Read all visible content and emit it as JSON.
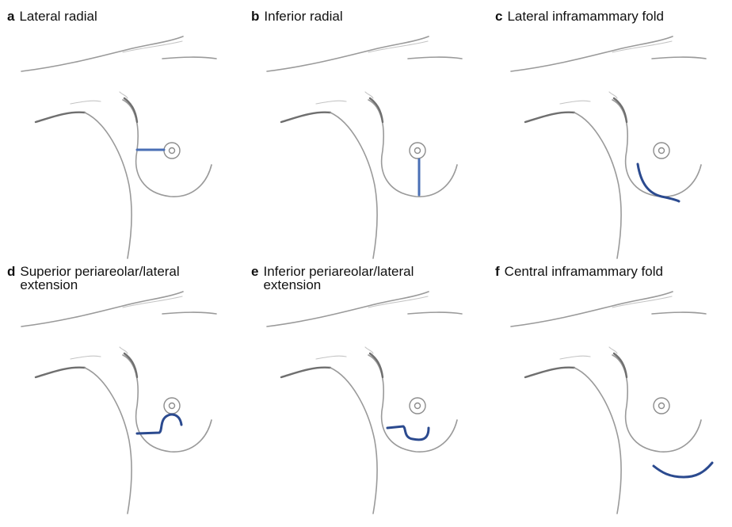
{
  "panels": [
    {
      "letter": "a",
      "title_lines": [
        "Lateral radial"
      ],
      "incision_type": "lateral-radial"
    },
    {
      "letter": "b",
      "title_lines": [
        "Inferior radial"
      ],
      "incision_type": "inferior-radial"
    },
    {
      "letter": "c",
      "title_lines": [
        "Lateral inframammary fold"
      ],
      "incision_type": "lateral-inframammary-fold"
    },
    {
      "letter": "d",
      "title_lines": [
        "Superior periareolar/lateral",
        "extension"
      ],
      "incision_type": "superior-periareolar-lateral-extension"
    },
    {
      "letter": "e",
      "title_lines": [
        "Inferior periareolar/lateral",
        "extension"
      ],
      "incision_type": "inferior-periareolar-lateral-extension"
    },
    {
      "letter": "f",
      "title_lines": [
        "Central inframammary fold"
      ],
      "incision_type": "central-inframammary-fold"
    }
  ],
  "colors": {
    "radial_incision": "#4a6fb5",
    "curved_incision": "#2b4a8f",
    "sketch_line": "#9a9a9a"
  }
}
